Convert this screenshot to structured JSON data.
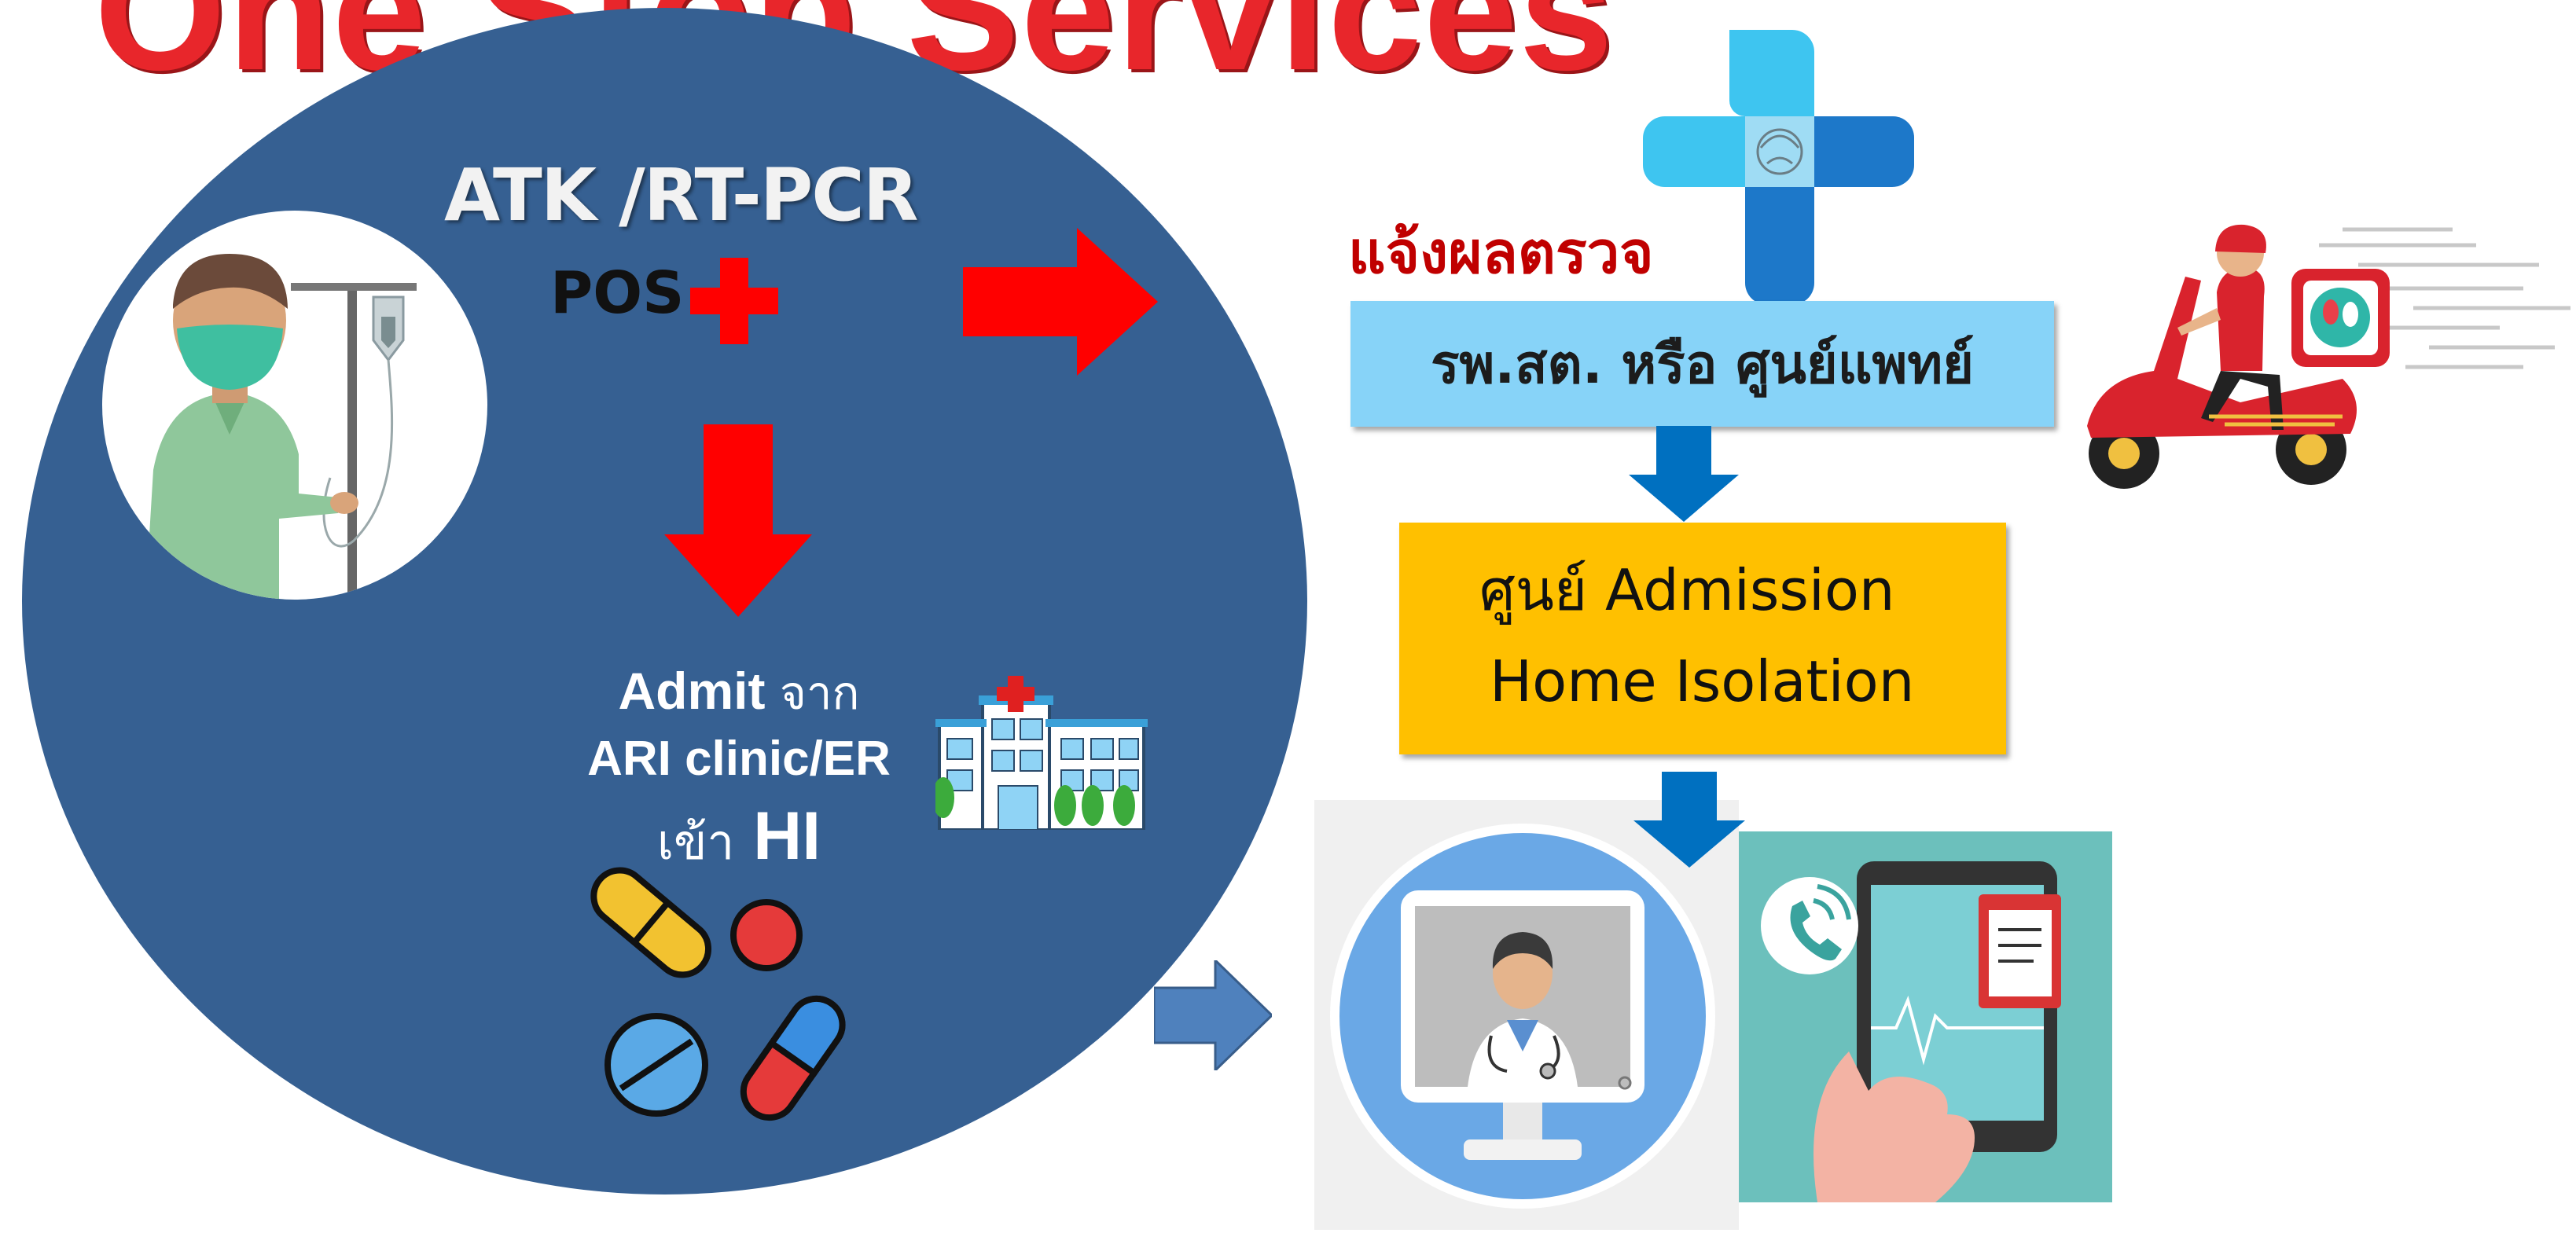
{
  "title": "One Stop Services",
  "left": {
    "test_label": "ATK /RT-PCR",
    "pos_label": "POS",
    "admit_line1_bold": "Admit",
    "admit_line1_thai": "จาก",
    "admit_line2": "ARI clinic/ER",
    "admit_line3_thai": "เข้า",
    "admit_line3_bold": "HI"
  },
  "right": {
    "report_label": "แจ้งผลตรวจ",
    "hospital_box": "รพ.สต. หรือ ศูนย์แพทย์",
    "admission_line1": "ศูนย์ Admission",
    "admission_line2": "Home Isolation"
  },
  "colors": {
    "title_red": "#e8262b",
    "circle_blue": "#366092",
    "arrow_red": "#ff0000",
    "arrow_blue": "#0070c0",
    "hospital_box": "#87d3f8",
    "admission_box": "#ffc000",
    "report_text": "#c00000"
  },
  "icons": [
    "patient-iv-icon",
    "red-cross-icon",
    "hospital-icon",
    "pills-icon",
    "medical-cross-logo-icon",
    "delivery-scooter-icon",
    "telemedicine-doctor-icon",
    "phone-call-icon"
  ]
}
